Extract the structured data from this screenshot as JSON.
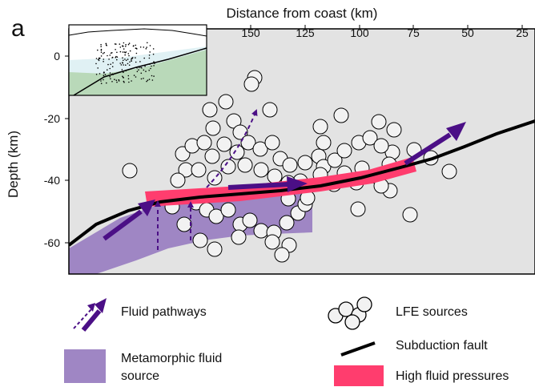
{
  "panel_letter": "a",
  "x_axis": {
    "title": "Distance from coast (km)",
    "ticks": [
      "150",
      "125",
      "100",
      "75",
      "50",
      "25"
    ]
  },
  "y_axis": {
    "title": "Depth (km)",
    "ticks": [
      "0",
      "-20",
      "-40",
      "-60"
    ]
  },
  "legend": {
    "fluid_pathways": "Fluid pathways",
    "metamorphic_source_line1": "Metamorphic fluid",
    "metamorphic_source_line2": "source",
    "lfe_sources": "LFE sources",
    "subduction_fault": "Subduction fault",
    "high_fluid_pressures": "High fluid pressures"
  },
  "colors": {
    "background_panel": "#e3e3e3",
    "high_fluid_pressure": "#ff3d6e",
    "metamorphic_source": "#9f86c4",
    "fluid_arrow": "#4b0f86",
    "fault": "#000000",
    "lfe_fill": "#f2f2f2",
    "inset_water": "#e0f1f4",
    "inset_slab": "#b9d9b9"
  },
  "icons": [
    "dashed-arrow-icon",
    "solid-arrow-icon",
    "lfe-cluster-icon"
  ]
}
